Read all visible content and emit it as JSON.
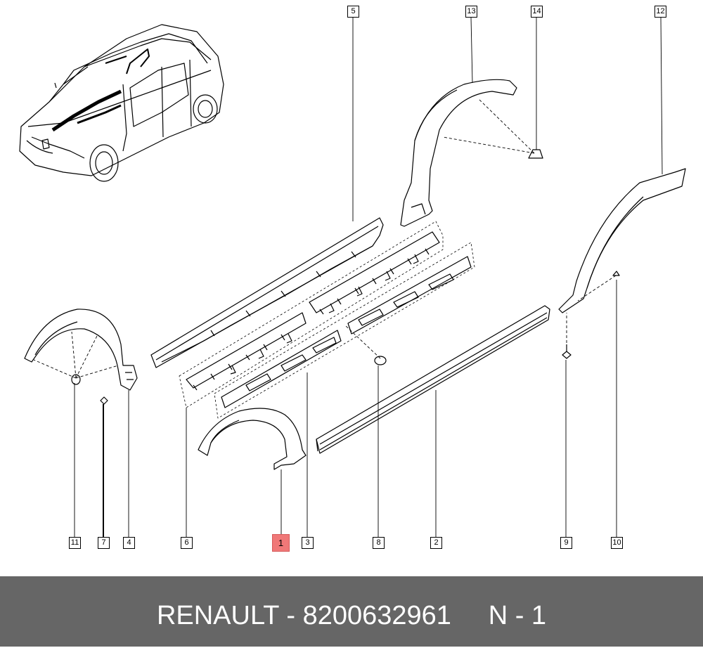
{
  "diagram": {
    "callouts": [
      {
        "id": "1",
        "label": "1",
        "highlighted": true
      },
      {
        "id": "2",
        "label": "2"
      },
      {
        "id": "3",
        "label": "3"
      },
      {
        "id": "4",
        "label": "4"
      },
      {
        "id": "5",
        "label": "5"
      },
      {
        "id": "6",
        "label": "6"
      },
      {
        "id": "7",
        "label": "7"
      },
      {
        "id": "8",
        "label": "8"
      },
      {
        "id": "9",
        "label": "9"
      },
      {
        "id": "10",
        "label": "10"
      },
      {
        "id": "11",
        "label": "11"
      },
      {
        "id": "12",
        "label": "12"
      },
      {
        "id": "13",
        "label": "13"
      },
      {
        "id": "14",
        "label": "14"
      }
    ],
    "highlight_color": "#f07878",
    "line_color": "#000000"
  },
  "footer": {
    "brand": "RENAULT",
    "part_number": "8200632961",
    "position": "N - 1",
    "text": "RENAULT - 8200632961     N - 1",
    "background": "#666666",
    "text_color": "#ffffff"
  }
}
